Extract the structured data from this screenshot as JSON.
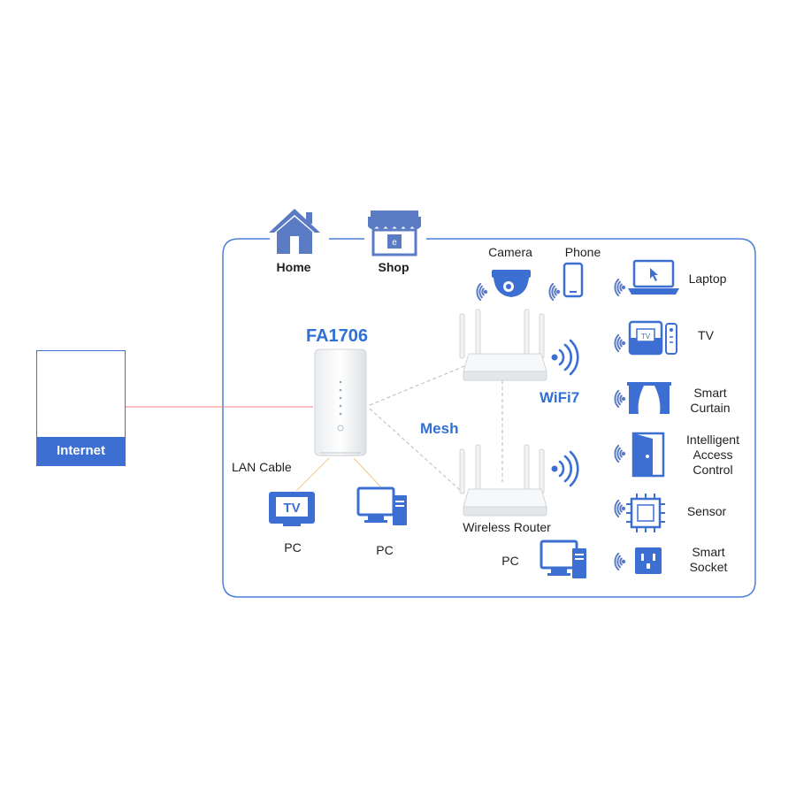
{
  "internet": {
    "label": "Internet"
  },
  "places": {
    "home": "Home",
    "shop": "Shop"
  },
  "main_router": {
    "model": "FA1706"
  },
  "links": {
    "mesh": "Mesh",
    "wifi": "WiFi7",
    "lan": "LAN Cable"
  },
  "mesh_router": {
    "label": "Wireless Router"
  },
  "wired_devices": [
    {
      "label": "PC"
    },
    {
      "label": "PC"
    },
    {
      "label": "PC"
    }
  ],
  "top_devices": {
    "camera": "Camera",
    "phone": "Phone"
  },
  "smart_devices": [
    {
      "label": "Laptop"
    },
    {
      "label": "TV"
    },
    {
      "label": "Smart\nCurtain"
    },
    {
      "label": "Intelligent\nAccess\nControl"
    },
    {
      "label": "Sensor"
    },
    {
      "label": "Smart\nSocket"
    }
  ],
  "tv_screen_text": "TV",
  "colors": {
    "accent": "#3d6fd3",
    "icon": "#5b7bc4",
    "frame": "#4a7fd8",
    "internet_line": "#f08080",
    "lan_line": "#f5c58a"
  }
}
